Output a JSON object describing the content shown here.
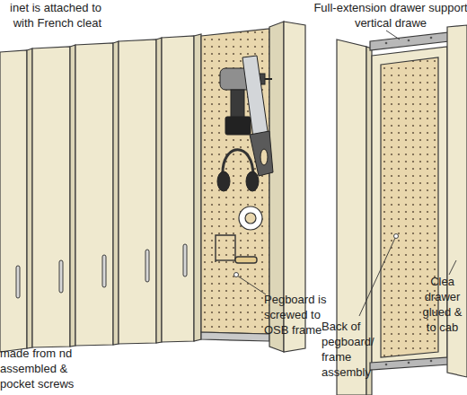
{
  "diagram": {
    "labels": [
      "inet is attached to with French cleat",
      "Full-extension drawer support vertical drawe",
      "Pegboard is screwed to OSB frame",
      "made from nd assembled & pocket screws",
      "Back of pegboard/ frame assembly",
      "Clea drawer glued & to cab"
    ]
  }
}
